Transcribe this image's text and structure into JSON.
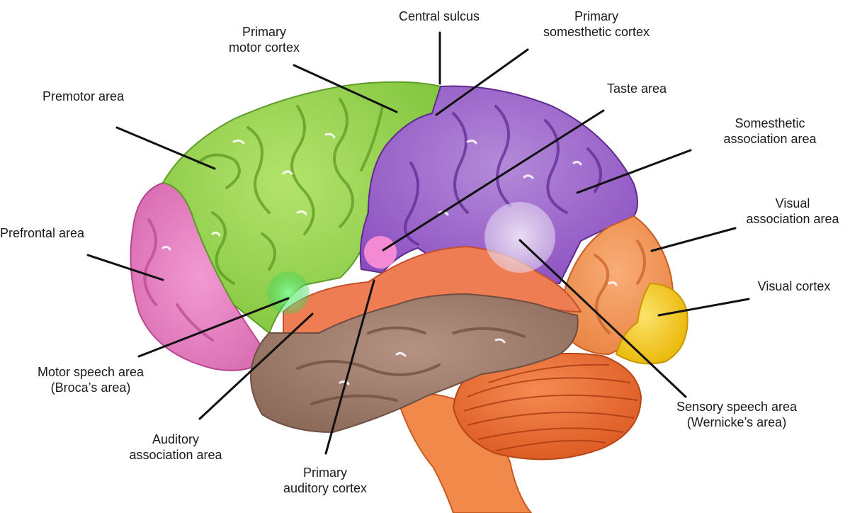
{
  "colors": {
    "frontal": "#9ad34e",
    "frontal_dark": "#62a82a",
    "prefrontal": "#e37cc0",
    "parietal": "#9a5fc8",
    "parietal_dark": "#6d33a1",
    "temporal_orange": "#f07a52",
    "temporal_brown": "#9c7a6b",
    "occipital": "#f39a5c",
    "visual_cortex": "#f4c81c",
    "cerebellum": "#ef6f34",
    "brainstem": "#f08a48",
    "broca_spot": "#4ee46a",
    "taste_spot": "#ff8fd6",
    "wernicke_spot": "#e6d9f2",
    "leader_line": "#111111",
    "label_text": "#1a1a1a"
  },
  "labels": {
    "central_sulcus": [
      "Central sulcus"
    ],
    "primary_somesthetic": [
      "Primary",
      "somesthetic cortex"
    ],
    "primary_motor": [
      "Primary",
      "motor cortex"
    ],
    "premotor": [
      "Premotor area"
    ],
    "taste": [
      "Taste area"
    ],
    "somesthetic_assoc": [
      "Somesthetic",
      "association area"
    ],
    "prefrontal": [
      "Prefrontal area"
    ],
    "visual_assoc": [
      "Visual",
      "association area"
    ],
    "visual_cortex": [
      "Visual cortex"
    ],
    "motor_speech": [
      "Motor speech area",
      "(Broca’s area)"
    ],
    "auditory_assoc": [
      "Auditory",
      "association area"
    ],
    "primary_auditory": [
      "Primary",
      "auditory cortex"
    ],
    "sensory_speech": [
      "Sensory speech area",
      "(Wernicke’s area)"
    ]
  }
}
